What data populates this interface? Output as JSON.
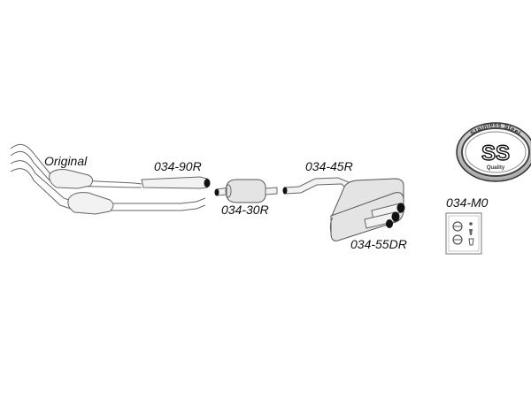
{
  "labels": {
    "original": "Original",
    "front_pipe": "034-90R",
    "center_muffler": "034-30R",
    "mid_pipe": "034-45R",
    "rear_muffler": "034-55DR",
    "mounting_kit": "034-M0"
  },
  "logo": {
    "text_main": "SS",
    "text_top": "Stainless Steel",
    "text_bottom": "Quality"
  }
}
